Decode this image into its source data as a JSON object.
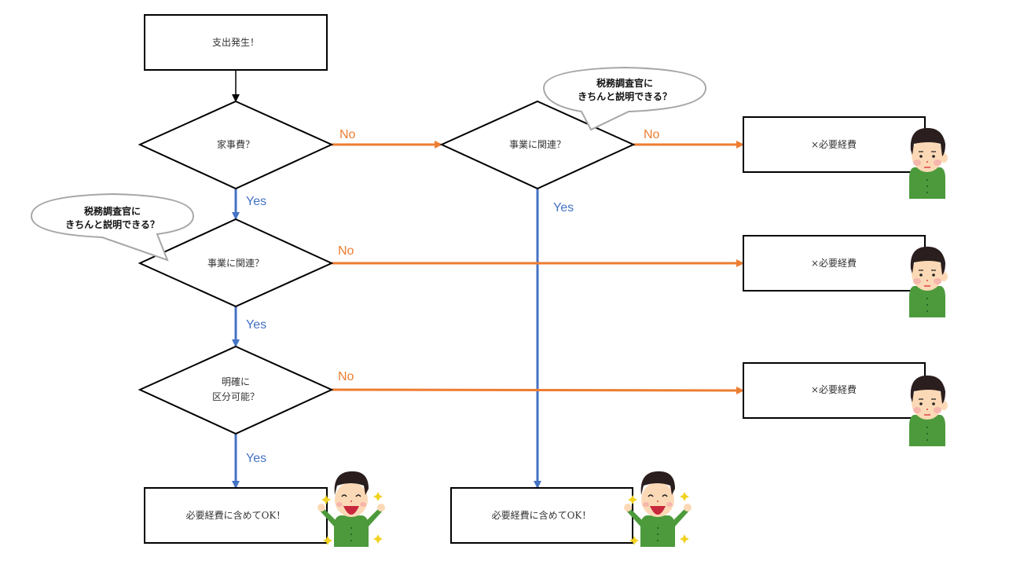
{
  "diagram": {
    "type": "flowchart",
    "colors": {
      "no_arrow": "#ED7D31",
      "yes_arrow": "#4472C4",
      "flow_arrow": "#000000",
      "node_border": "#000000",
      "bubble_border": "#A6A6A6"
    },
    "nodes": {
      "start": "支出発生！",
      "q_household": "家事費？",
      "q_business_right": "事業に関連？",
      "q_business_left": "事業に関連？",
      "q_clear_line1": "明確に",
      "q_clear_line2": "区分可能？",
      "ng1": "×必要経費",
      "ng2": "×必要経費",
      "ng3": "×必要経費",
      "ok_left": "必要経費に含めてOK！",
      "ok_right": "必要経費に含めてOK！"
    },
    "bubbles": {
      "top_line1": "税務調査官に",
      "top_line2": "きちんと説明できる？",
      "left_line1": "税務調査官に",
      "left_line2": "きちんと説明できる？"
    },
    "edge_labels": {
      "no": "No",
      "yes": "Yes"
    },
    "edges": [
      {
        "from": "start",
        "to": "q_household",
        "label": ""
      },
      {
        "from": "q_household",
        "to": "q_business_right",
        "label": "No"
      },
      {
        "from": "q_household",
        "to": "q_business_left",
        "label": "Yes"
      },
      {
        "from": "q_business_right",
        "to": "ng1",
        "label": "No"
      },
      {
        "from": "q_business_right",
        "to": "ok_right",
        "label": "Yes"
      },
      {
        "from": "q_business_left",
        "to": "ng2",
        "label": "No"
      },
      {
        "from": "q_business_left",
        "to": "q_clear",
        "label": "Yes"
      },
      {
        "from": "q_clear",
        "to": "ng3",
        "label": "No"
      },
      {
        "from": "q_clear",
        "to": "ok_left",
        "label": "Yes"
      }
    ],
    "illustrations": {
      "ng_person": "neutral-person-icon",
      "ok_person": "happy-person-icon"
    }
  }
}
